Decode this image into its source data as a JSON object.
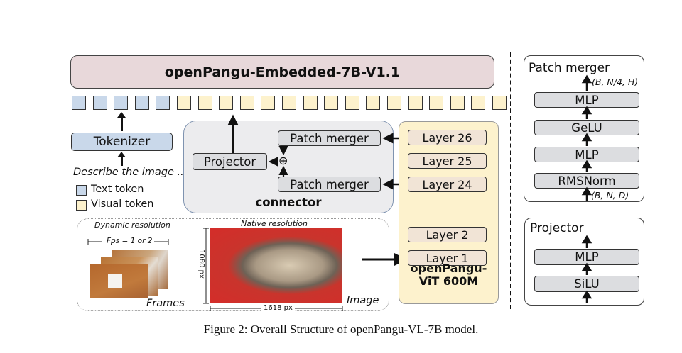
{
  "figure": {
    "caption": "Figure 2: Overall Structure of openPangu-VL-7B model.",
    "colors": {
      "llm_fill": "#e8d8da",
      "text_token": "#c9d8ea",
      "visual_token": "#fdf2cd",
      "connector_fill": "#ececee",
      "connector_border": "#7f93b0",
      "vit_fill": "#fdf2cd",
      "layer_fill": "#f1e4d6",
      "module_fill": "#dcdde0"
    }
  },
  "llm": {
    "label": "openPangu-Embedded-7B-V1.1"
  },
  "tokens": {
    "text_count": 5,
    "visual_count": 16
  },
  "text_path": {
    "tokenizer": "Tokenizer",
    "prompt": "Describe the image ..."
  },
  "legend": [
    {
      "label": "Text token",
      "kind": "text"
    },
    {
      "label": "Visual token",
      "kind": "visual"
    }
  ],
  "connector": {
    "title": "connector",
    "projector": "Projector",
    "patch_merger_top": "Patch merger",
    "patch_merger_bottom": "Patch merger",
    "sum_symbol": "⊕"
  },
  "vit": {
    "title_line1": "openPangu-",
    "title_line2": "ViT 600M",
    "layers": [
      "Layer 26",
      "Layer 25",
      "Layer 24",
      "Layer 2",
      "Layer 1"
    ]
  },
  "inputs": {
    "dynamic_label": "Dynamic resolution",
    "fps_label": "Fps = 1 or 2",
    "frames_label": "Frames",
    "native_label": "Native resolution",
    "height_label": "1080 px",
    "width_label": "1618 px",
    "image_label": "Image"
  },
  "patch_merger_panel": {
    "title": "Patch merger",
    "output_shape": "(B, N/4, H)",
    "input_shape": "(B, N, D)",
    "stack": [
      "MLP",
      "GeLU",
      "MLP",
      "RMSNorm"
    ]
  },
  "projector_panel": {
    "title": "Projector",
    "stack": [
      "MLP",
      "SiLU"
    ]
  }
}
